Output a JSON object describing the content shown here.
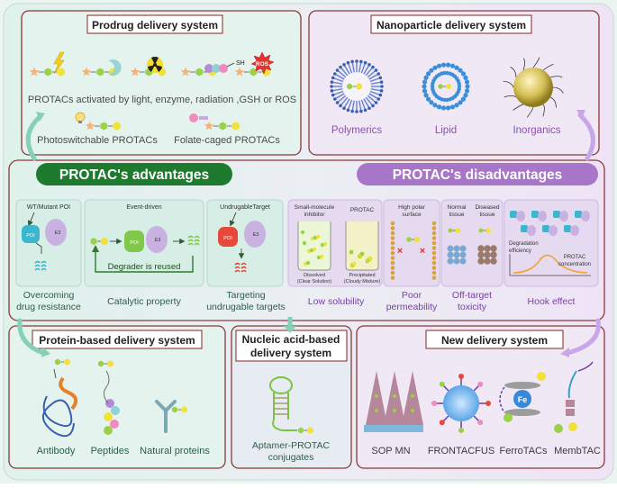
{
  "top_left": {
    "title": "Prodrug delivery system",
    "caption_activated": "PROTACs activated by light, enzyme, radiation ,GSH or ROS",
    "caption_photo": "Photoswitchable PROTACs",
    "caption_folate": "Folate-caged PROTACs",
    "sh_label": "SH",
    "ros_label": "ROS"
  },
  "top_right": {
    "title": "Nanoparticle delivery system",
    "items": [
      "Polymerics",
      "Lipid",
      "Inorganics"
    ]
  },
  "advantages": {
    "banner": "PROTAC's  advantages",
    "wt_label": "WT/Mutant POI",
    "event_label": "Event-driven",
    "undruggable_label": "UndrugableTarget",
    "reused_label": "Degrader is reused",
    "poi_label": "POI",
    "e3_label": "E3",
    "captions": [
      {
        "l1": "Overcoming",
        "l2": "drug resistance"
      },
      {
        "l1": "Catalytic property",
        "l2": ""
      },
      {
        "l1": "Targeting",
        "l2": "undrugable targets"
      }
    ]
  },
  "disadvantages": {
    "banner": "PROTAC's  disadvantages",
    "small_mol_l1": "Small-molecule",
    "small_mol_l2": "inhibitor",
    "protac_label": "PROTAC",
    "dissolved_l1": "Dissolved",
    "dissolved_l2": "(Clear Solution)",
    "precip_l1": "Precipitated",
    "precip_l2": "(Cloudy Mixture)",
    "high_polar_l1": "High polar",
    "high_polar_l2": "surface",
    "normal_l1": "Normal",
    "normal_l2": "tissue",
    "diseased_l1": "Diseased",
    "diseased_l2": "tissue",
    "degradation_l1": "Degradation",
    "degradation_l2": "efficiency",
    "protac_conc_l1": "PROTAC",
    "protac_conc_l2": "concentration",
    "captions": [
      {
        "l1": "Low solubility",
        "l2": ""
      },
      {
        "l1": "Poor",
        "l2": "permeability"
      },
      {
        "l1": "Off-target",
        "l2": "toxicity"
      },
      {
        "l1": "Hook effect",
        "l2": ""
      }
    ]
  },
  "bottom_left": {
    "title": "Protein-based delivery system",
    "items": [
      "Antibody",
      "Peptides",
      "Natural proteins"
    ]
  },
  "bottom_mid": {
    "title_l1": "Nucleic acid-based",
    "title_l2": "delivery system",
    "caption_l1": "Aptamer-PROTAC",
    "caption_l2": "conjugates"
  },
  "bottom_right": {
    "title": "New delivery system",
    "items": [
      "SOP MN",
      "FRONTACFUS",
      "FerroTACs",
      "MembTAC"
    ],
    "fe_label": "Fe"
  },
  "colors": {
    "green_banner": "#1e7a2e",
    "purple_banner": "#a876c9",
    "frame_red": "#8a3a3a",
    "mint_panel": "#e4f3ee",
    "lavender_panel": "#f1e8f6",
    "ligand_green": "#9bd14a",
    "ligand_yellow": "#f2e238",
    "star_orange": "#f3b27a"
  }
}
